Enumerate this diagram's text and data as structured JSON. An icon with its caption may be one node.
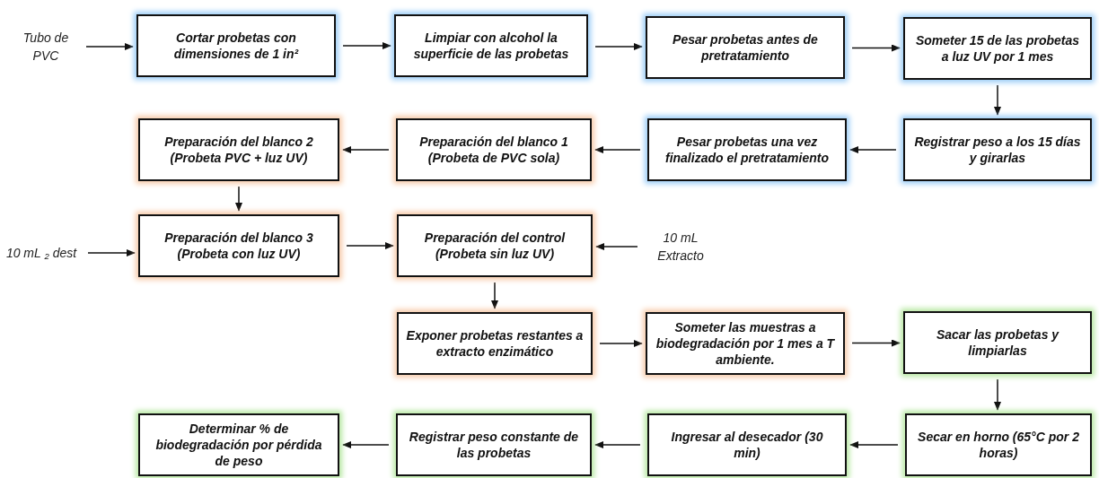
{
  "diagram": {
    "nodes": [
      {
        "text": [
          "Tubo de PVC"
        ]
      },
      {
        "text": [
          "Cortar probetas con dimensiones de 1 in²"
        ]
      },
      {
        "text": [
          "Limpiar con alcohol la superficie de las probetas"
        ]
      },
      {
        "text": [
          "Pesar probetas antes de pretratamiento"
        ]
      },
      {
        "text": [
          "Someter 15 de las probetas a luz UV por 1 mes"
        ]
      },
      {
        "text": [
          "Registrar peso a los 15 días y girarlas"
        ]
      },
      {
        "text": [
          "Pesar probetas una vez finalizado el pretratamiento"
        ]
      },
      {
        "text": [
          "Preparación del blanco 1 (Probeta de PVC sola)"
        ]
      },
      {
        "text": [
          "Preparación del blanco 2 (Probeta PVC + luz UV)"
        ]
      },
      {
        "text": [
          "10 mL ₂ dest"
        ]
      },
      {
        "text": [
          "Preparación del blanco 3 (Probeta con luz UV)"
        ]
      },
      {
        "text": [
          "Preparación del control (Probeta sin luz UV)"
        ]
      },
      {
        "text": [
          "10 mL Extracto"
        ]
      },
      {
        "text": [
          "Exponer probetas restantes a extracto enzimático"
        ]
      },
      {
        "text": [
          "Someter las muestras a biodegradación por 1 mes a T ambiente."
        ]
      },
      {
        "text": [
          "Sacar las probetas y limpiarlas"
        ]
      },
      {
        "text": [
          "Secar en horno (65°C por 2 horas)"
        ]
      },
      {
        "text": [
          "Ingresar al desecador (30 min)"
        ]
      },
      {
        "text": [
          "Registrar peso constante de las probetas"
        ]
      },
      {
        "text": [
          "Determinar % de biodegradación por pérdida de peso"
        ]
      }
    ],
    "edges": [
      {
        "from": 0,
        "to": 1,
        "arrow": "to"
      },
      {
        "from": 1,
        "to": 2,
        "arrow": "to"
      },
      {
        "from": 2,
        "to": 3,
        "arrow": "to"
      },
      {
        "from": 3,
        "to": 4,
        "arrow": "to"
      },
      {
        "from": 4,
        "to": 5,
        "arrow": "to"
      },
      {
        "from": 5,
        "to": 6,
        "arrow": "to"
      },
      {
        "from": 6,
        "to": 7,
        "arrow": "to"
      },
      {
        "from": 7,
        "to": 8,
        "arrow": "to"
      },
      {
        "from": 8,
        "to": 10,
        "arrow": "to"
      },
      {
        "from": 9,
        "to": 10,
        "arrow": "to"
      },
      {
        "from": 10,
        "to": 11,
        "arrow": "to"
      },
      {
        "from": 12,
        "to": 11,
        "arrow": "to"
      },
      {
        "from": 11,
        "to": 13,
        "arrow": "to"
      },
      {
        "from": 13,
        "to": 14,
        "arrow": "to"
      },
      {
        "from": 14,
        "to": 15,
        "arrow": "to"
      },
      {
        "from": 15,
        "to": 16,
        "arrow": "to"
      },
      {
        "from": 16,
        "to": 17,
        "arrow": "to"
      },
      {
        "from": 17,
        "to": 18,
        "arrow": "to"
      },
      {
        "from": 18,
        "to": 19,
        "arrow": "to"
      }
    ]
  }
}
